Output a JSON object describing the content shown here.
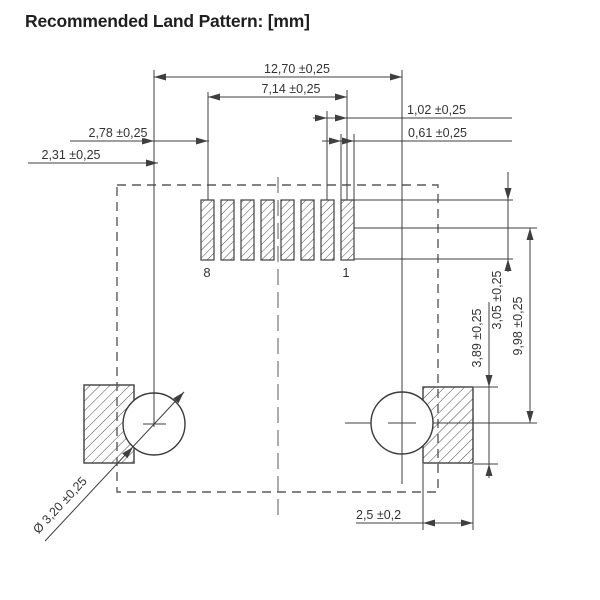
{
  "title": "Recommended Land Pattern: [mm]",
  "dimensions": {
    "overall_width": "12,70 ±0,25",
    "pad_row_span": "7,14 ±0,25",
    "pad_pitch": "1,02 ±0,25",
    "pad_width": "0,61 ±0,25",
    "hole_to_pad_center": "2,78 ±0,25",
    "hole_to_pad_edge": "2,31 ±0,25",
    "pad_length": "3,05 ±0,25",
    "mount_pad_height": "3,89 ±0,25",
    "pad_row_to_hole": "9,98 ±0,25",
    "mount_pad_width": "2,5 ±0,2",
    "hole_diameter": "Ø 3,20 ±0,25"
  },
  "pin_labels": {
    "pin8": "8",
    "pin1": "1"
  },
  "colors": {
    "line": "#3f3f3f",
    "dashed": "#5a5a5a",
    "text": "#333333",
    "background": "#ffffff"
  }
}
